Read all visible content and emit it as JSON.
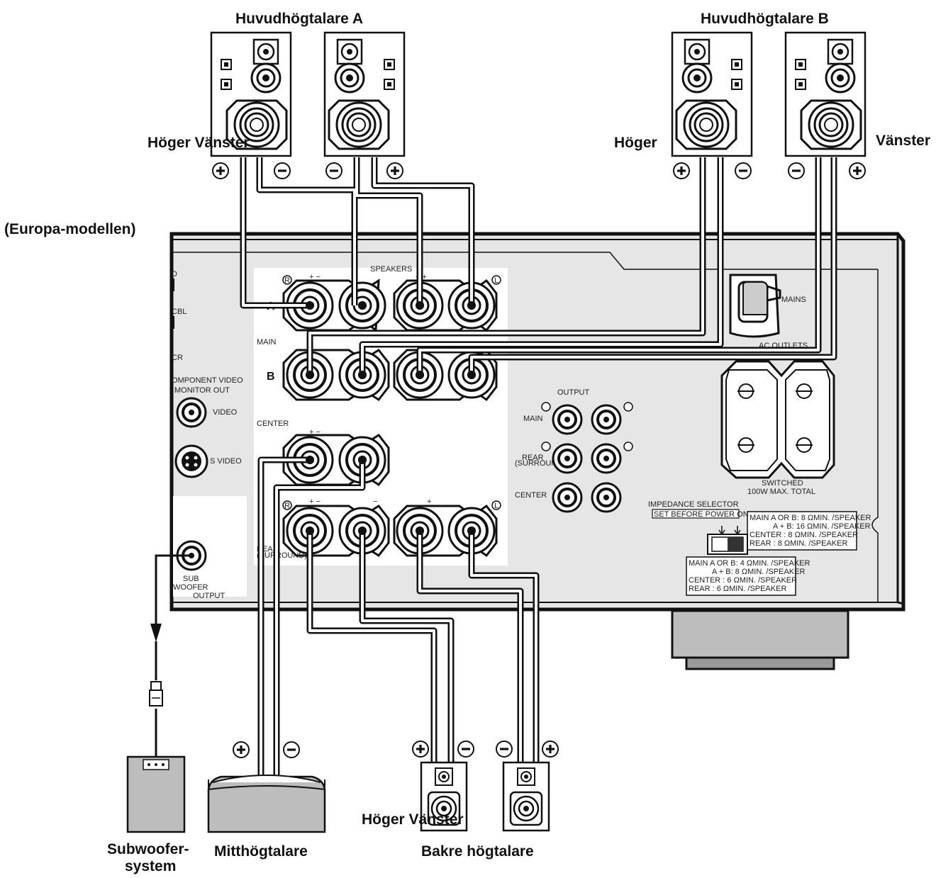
{
  "labels": {
    "main_a": "Huvudhögtalare A",
    "main_b": "Huvudhögtalare B",
    "right_left_a": "Höger Vänster",
    "right_b": "Höger",
    "left_b": "Vänster",
    "model": "(Europa-modellen)",
    "subwoofer_line1": "Subwoofer-",
    "subwoofer_line2": "system",
    "center_speaker": "Mitthögtalare",
    "rear_speakers": "Bakre högtalare",
    "right_left_rear": "Höger Vänster"
  },
  "panel": {
    "speakers": "SPEAKERS",
    "a": "A",
    "main": "MAIN",
    "b": "B",
    "center": "CENTER",
    "rear": "REAR",
    "surround": "(SURROUND)",
    "plus_minus_1": "+ −",
    "plus_minus_2": "− +",
    "plus_minus_3": "+ −",
    "plus_minus_4": "+ −",
    "minus": "−",
    "plus": "+",
    "r": "R",
    "l": "L",
    "partial_d": "D",
    "partial_cbl": "CBL",
    "partial_cr": "CR",
    "component_video": "OMPONENT VIDEO",
    "monitor_out": "MONITOR OUT",
    "video": "VIDEO",
    "s_video": "S VIDEO",
    "sub": "SUB",
    "woofer": "WOOFER",
    "sub_output": "OUTPUT",
    "output": "OUTPUT",
    "out_main": "MAIN",
    "out_rear": "REAR",
    "out_surround": "(SURROUND)",
    "out_center": "CENTER",
    "mains": "MAINS",
    "ac_outlets": "AC OUTLETS",
    "switched": "SWITCHED",
    "max_total": "100W MAX. TOTAL",
    "impedance_selector": "IMPEDANCE SELECTOR",
    "set_before": "SET BEFORE POWER ON",
    "imp_hi": [
      "MAIN A OR B: 8 ΩMIN. /SPEAKER",
      "A + B: 16 ΩMIN. /SPEAKER",
      "CENTER       : 8 ΩMIN. /SPEAKER",
      "REAR          : 8 ΩMIN. /SPEAKER"
    ],
    "imp_lo": [
      "MAIN A OR B: 4 ΩMIN. /SPEAKER",
      "A + B: 8 ΩMIN. /SPEAKER",
      "CENTER      : 6 ΩMIN. /SPEAKER",
      "REAR         : 6 ΩMIN. /SPEAKER"
    ]
  }
}
